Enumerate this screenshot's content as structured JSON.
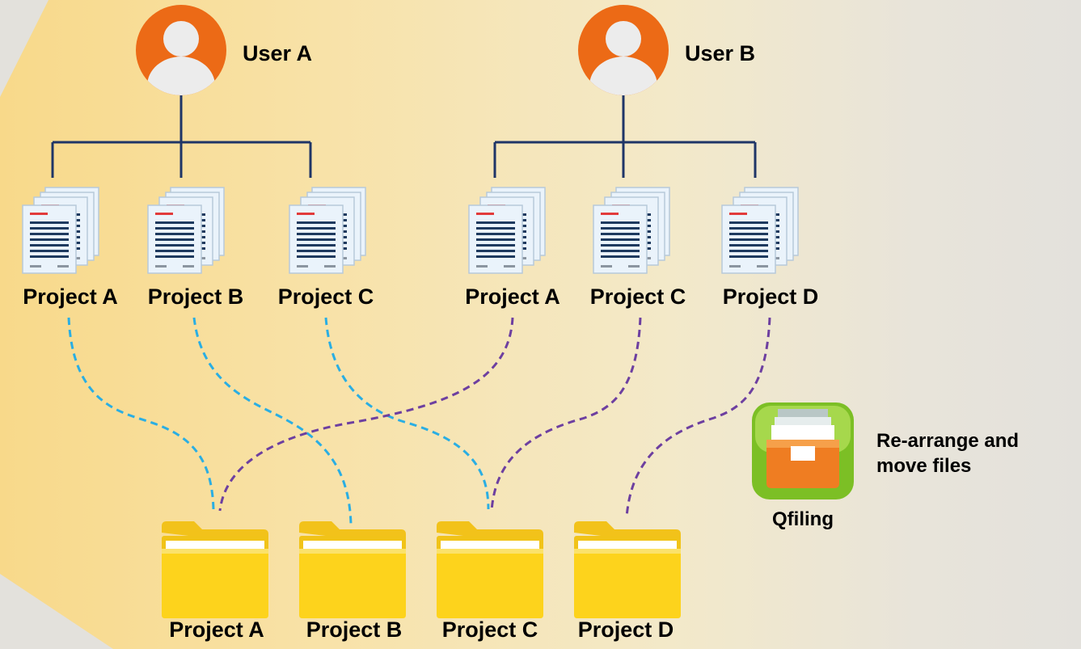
{
  "users": [
    {
      "name": "User A"
    },
    {
      "name": "User B"
    }
  ],
  "user_a_projects": [
    "Project A",
    "Project B",
    "Project C"
  ],
  "user_b_projects": [
    "Project A",
    "Project C",
    "Project D"
  ],
  "folders": [
    "Project A",
    "Project B",
    "Project C",
    "Project D"
  ],
  "app": {
    "name": "Qfiling",
    "description_line1": "Re-arrange and",
    "description_line2": "move files"
  },
  "colors": {
    "tree_line": "#1f3567",
    "user_a_link": "#2aaee3",
    "user_b_link": "#6d3fa0",
    "user_icon": "#ec6a16",
    "folder": "#fdd31c"
  }
}
